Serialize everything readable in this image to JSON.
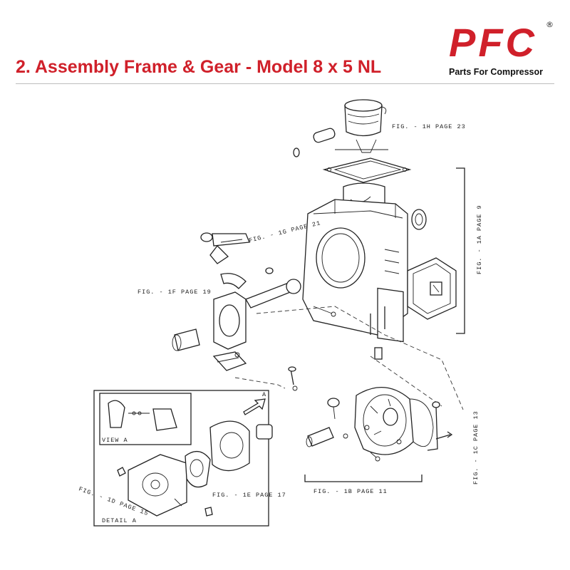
{
  "header": {
    "title": "2. Assembly Frame & Gear - Model 8 x 5 NL",
    "title_color": "#d0202a"
  },
  "logo": {
    "mark": "PFC",
    "registered": "®",
    "tagline": "Parts For Compressor",
    "color": "#d0202a"
  },
  "diagram": {
    "labels": {
      "fig_1h": "FIG. - 1H PAGE 23",
      "fig_1g": "FIG. - 1G PAGE 21",
      "fig_1f": "FIG. - 1F PAGE 19",
      "fig_1a": "FIG. - 1A PAGE 9",
      "fig_1c": "FIG. - 1C PAGE 13",
      "fig_1b": "FIG. - 1B PAGE 11",
      "fig_1e": "FIG. - 1E PAGE 17",
      "fig_1d": "FIG. - 1D PAGE 15",
      "view_a": "VIEW A",
      "detail_a": "DETAIL A",
      "arrow_a": "A"
    }
  }
}
